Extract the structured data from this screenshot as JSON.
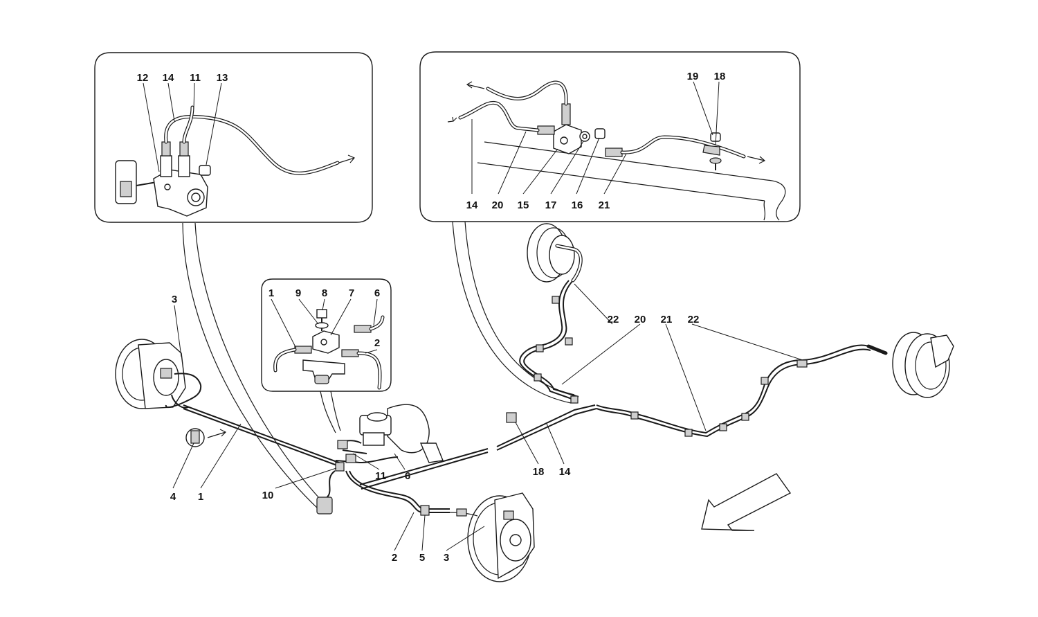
{
  "diagram": {
    "inset_left": {
      "callouts": [
        "12",
        "14",
        "11",
        "13"
      ]
    },
    "inset_right": {
      "callouts": [
        "19",
        "18",
        "14",
        "20",
        "15",
        "17",
        "16",
        "21"
      ]
    },
    "inset_center": {
      "callouts": [
        "1",
        "9",
        "8",
        "7",
        "6",
        "2"
      ]
    },
    "main": {
      "callouts": [
        "3",
        "4",
        "1",
        "10",
        "11",
        "6",
        "2",
        "5",
        "3",
        "18",
        "14",
        "22",
        "20",
        "21",
        "22"
      ]
    }
  },
  "colors": {
    "line": "#1a1a1a",
    "background": "#ffffff",
    "shade": "#cfcfcf"
  }
}
